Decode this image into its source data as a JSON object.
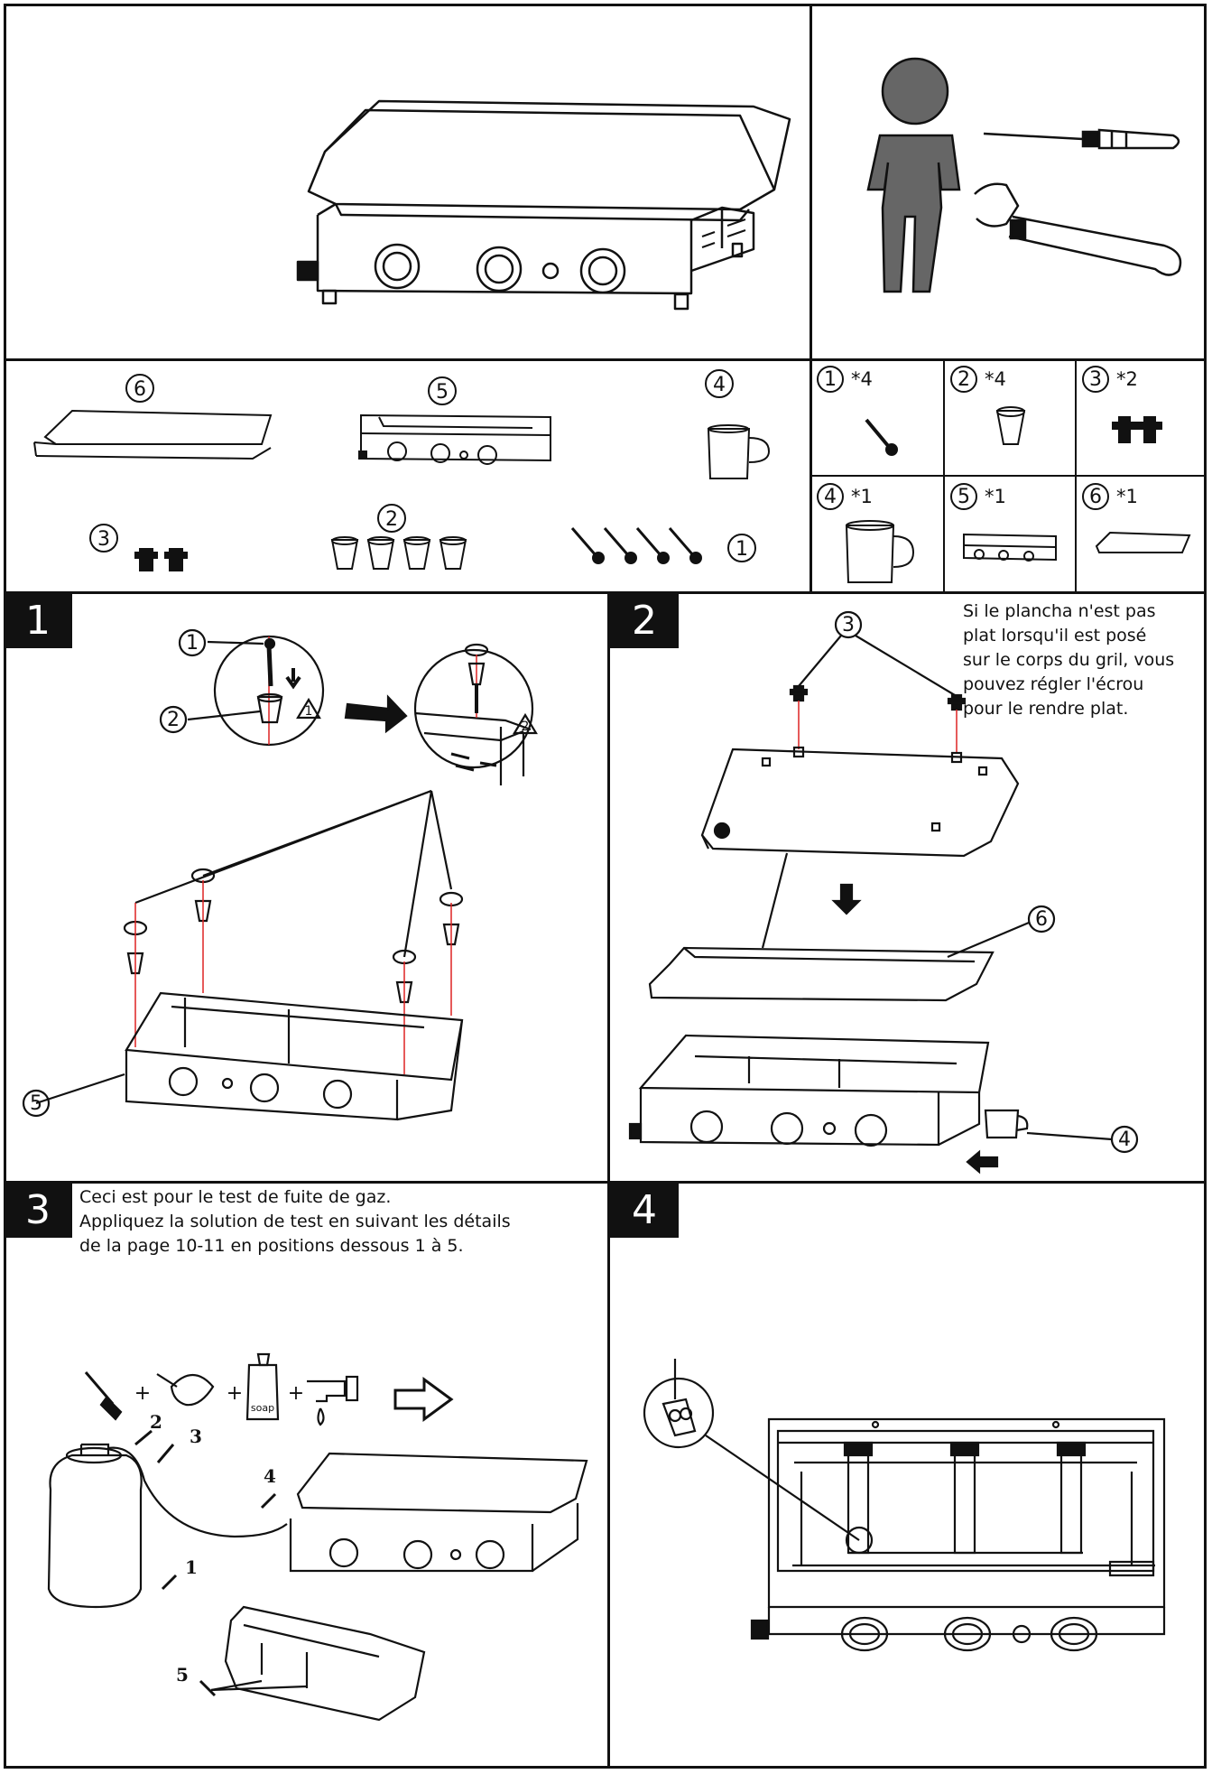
{
  "parts_overview": {
    "labels": [
      "6",
      "5",
      "4",
      "3",
      "2",
      "1"
    ]
  },
  "parts_table": [
    {
      "num": "1",
      "qty": "*4"
    },
    {
      "num": "2",
      "qty": "*4"
    },
    {
      "num": "3",
      "qty": "*2"
    },
    {
      "num": "4",
      "qty": "*1"
    },
    {
      "num": "5",
      "qty": "*1"
    },
    {
      "num": "6",
      "qty": "*1"
    }
  ],
  "steps": [
    {
      "number": "1",
      "callouts": [
        "1",
        "2",
        "5"
      ],
      "warnings": [
        "1",
        "2"
      ]
    },
    {
      "number": "2",
      "note": "Si le plancha n'est pas\nplat lorsqu'il est posé\nsur le corps du gril, vous\npouvez régler l'écrou\npour le rendre plat.",
      "callouts": [
        "3",
        "6",
        "4"
      ]
    },
    {
      "number": "3",
      "note": "Ceci est pour le test de fuite de gaz.\nAppliquez la solution de test en suivant les détails\nde la page 10-11 en positions dessous 1 à 5.",
      "soap_label": "soap",
      "positions": [
        "1",
        "2",
        "3",
        "4",
        "5"
      ]
    },
    {
      "number": "4"
    }
  ]
}
